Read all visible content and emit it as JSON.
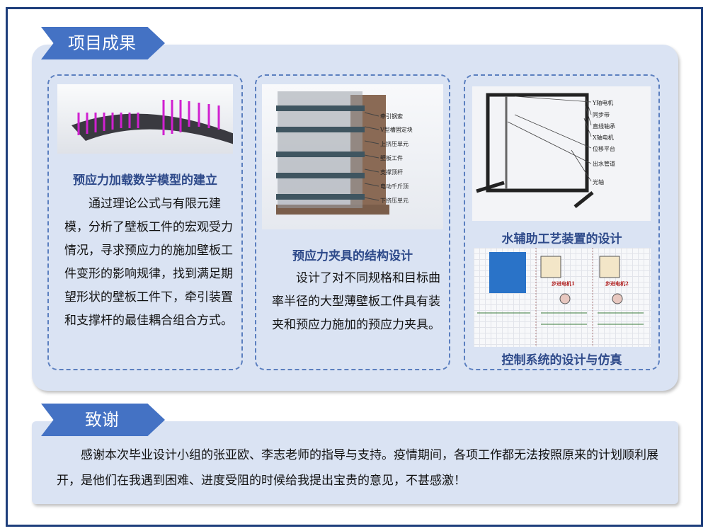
{
  "results": {
    "heading": "项目成果",
    "cards": [
      {
        "title": "预应力加载数学模型的建立",
        "body": "通过理论公式与有限元建模，分析了壁板工件的宏观受力情况，寻求预应力的施加壁板工件变形的影响规律，找到满足期望形状的壁板工件下，牵引装置和支撑杆的最佳耦合组合方式。"
      },
      {
        "title": "预应力夹具的结构设计",
        "body": "设计了对不同规格和目标曲率半径的大型薄壁板工件具有装夹和预应力施加的预应力夹具。",
        "labels": [
          "牵引钢索",
          "V型槽固定块",
          "上挤压单元",
          "壁板工件",
          "支撑顶杆",
          "电动千斤顶",
          "下挤压单元"
        ]
      },
      {
        "title": "水辅助工艺装置的设计",
        "labels": [
          "Y轴电机",
          "同步带",
          "直线轴承",
          "X轴电机",
          "位移平台",
          "出水管道",
          "光轴"
        ]
      },
      {
        "title": "控制系统的设计与仿真",
        "labels": [
          "步进电机1",
          "步进电机2"
        ]
      }
    ]
  },
  "thanks": {
    "heading": "致谢",
    "body": "感谢本次毕业设计小组的张亚欧、李志老师的指导与支持。疫情期间，各项工作都无法按照原来的计划顺利展开，是他们在我遇到困难、进度受阻的时候给我提出宝贵的意见，不甚感激！"
  },
  "colors": {
    "frame": "#1f3f7c",
    "panel": "#dae3f3",
    "ribbon": "#4472c4",
    "title": "#2e4a8a"
  }
}
